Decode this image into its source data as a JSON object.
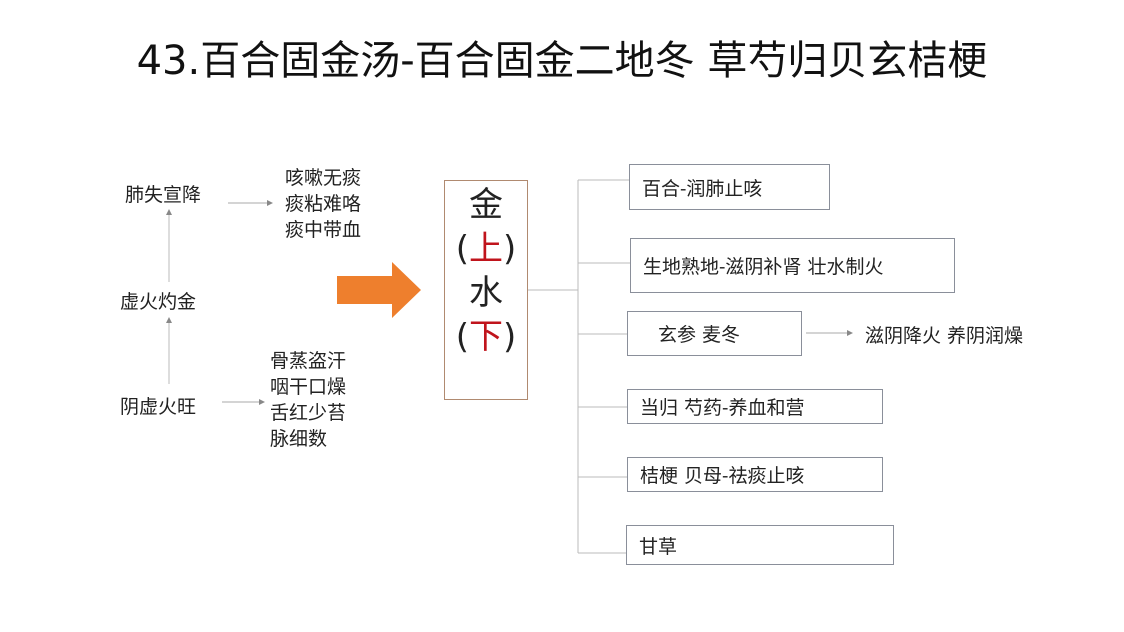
{
  "title": "43.百合固金汤-百合固金二地冬 草芍归贝玄桔梗",
  "left": {
    "top_cause": "肺失宣降",
    "middle": "虚火灼金",
    "bottom_cause": "阴虚火旺",
    "top_symptoms": [
      "咳嗽无痰",
      "痰粘难咯",
      "痰中带血"
    ],
    "bottom_symptoms": [
      "骨蒸盗汗",
      "咽干口燥",
      "舌红少苔",
      "脉细数"
    ]
  },
  "center": {
    "metal": "金",
    "up": "上",
    "water": "水",
    "down": "下",
    "open": "(",
    "close": ")"
  },
  "herbs": [
    {
      "label": "百合-润肺止咳"
    },
    {
      "label": "生地熟地-滋阴补肾  壮水制火"
    },
    {
      "label": "玄参  麦冬",
      "effect": "滋阴降火  养阴润燥"
    },
    {
      "label": "当归  芍药-养血和营"
    },
    {
      "label": "桔梗  贝母-祛痰止咳"
    },
    {
      "label": "甘草"
    }
  ],
  "colors": {
    "arrow": "#ee7f2d",
    "accent_red": "#c0141c"
  }
}
